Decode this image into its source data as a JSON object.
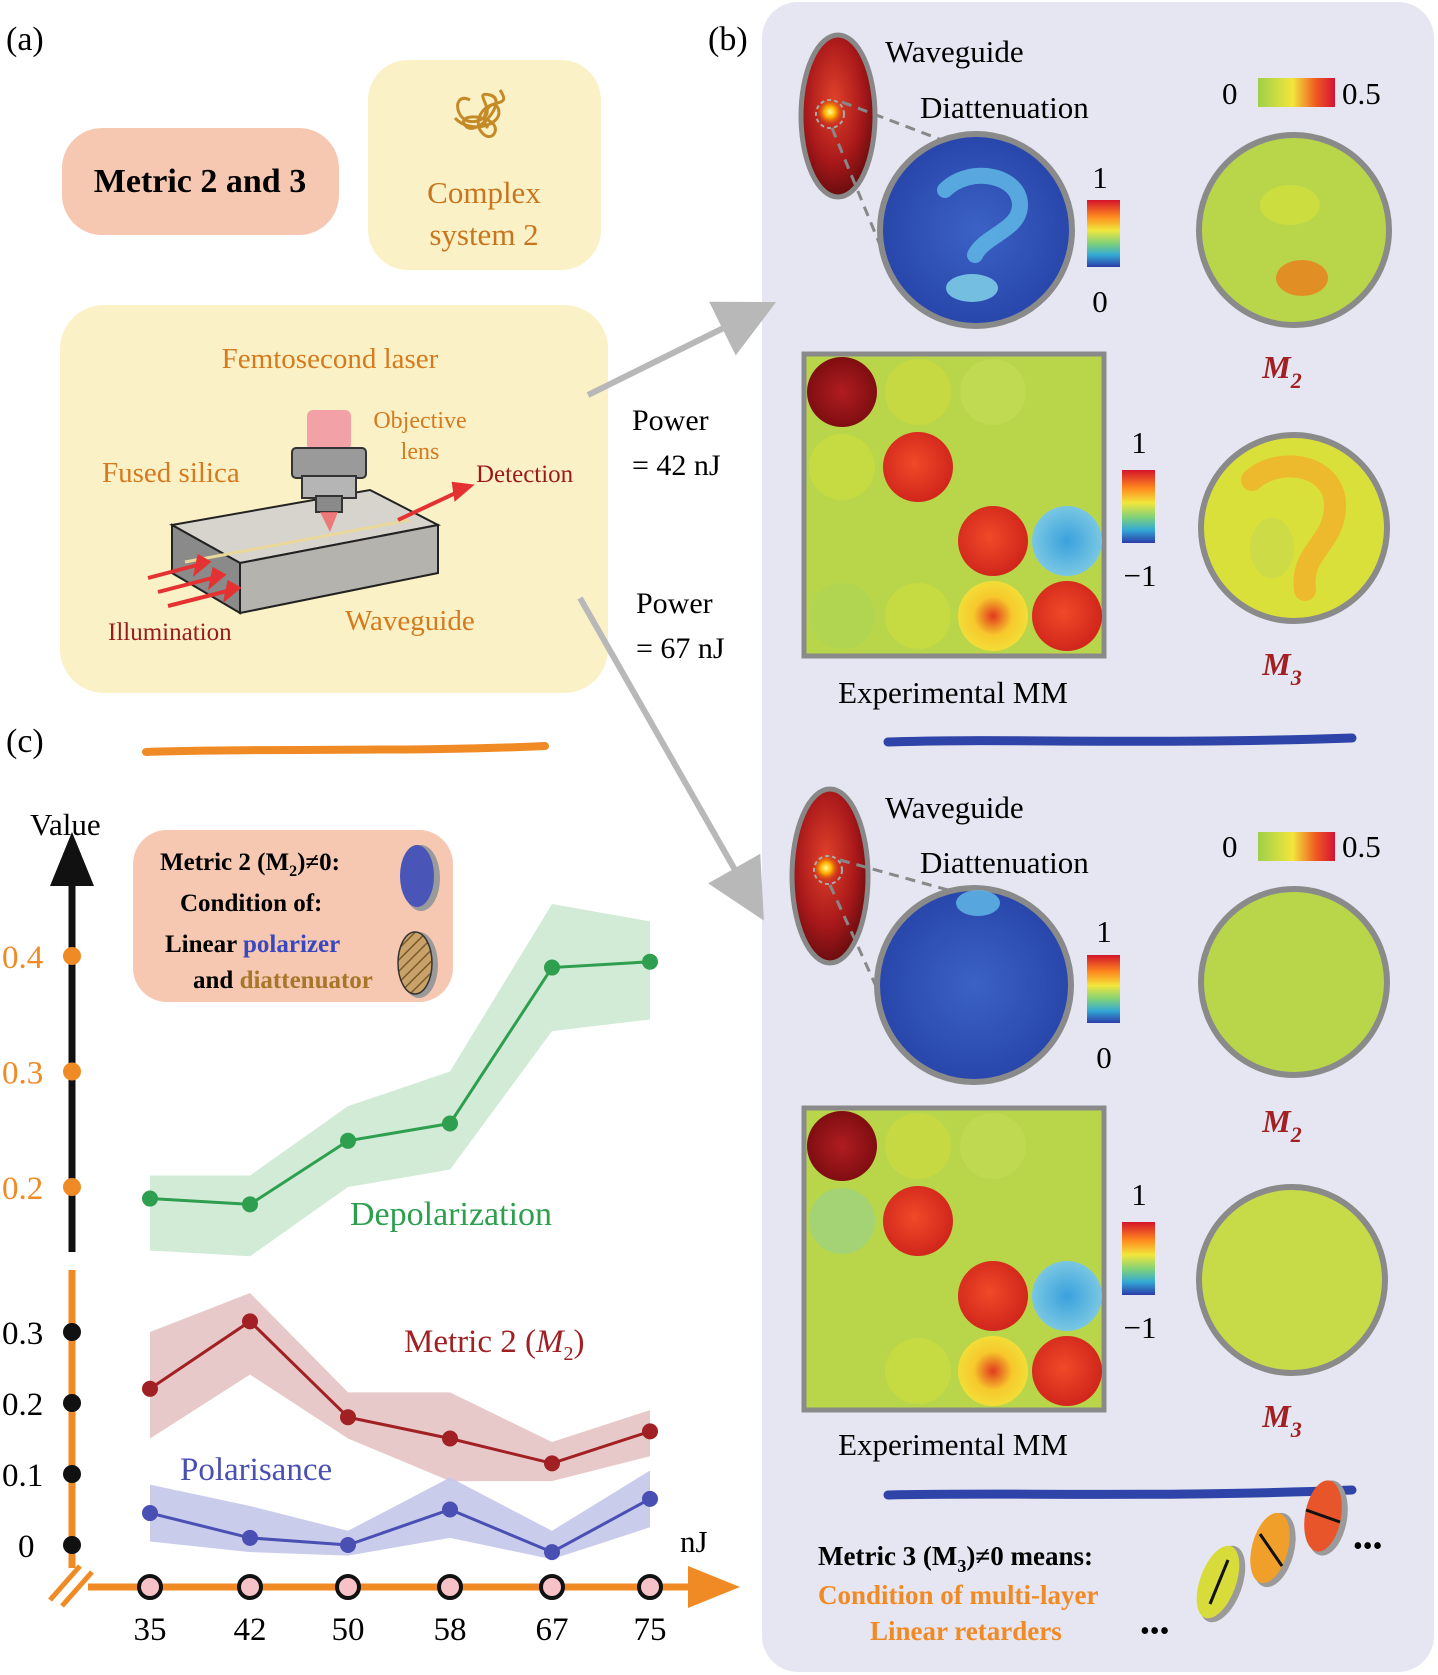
{
  "panel_a": {
    "label": "(a)",
    "metric_box": "Metric 2 and 3",
    "complex_box": [
      "Complex",
      "system 2"
    ],
    "setup": {
      "laser": "Femtosecond laser",
      "objective": [
        "Objective",
        "lens"
      ],
      "fused_silica": "Fused silica",
      "detection": "Detection",
      "illumination": "Illumination",
      "waveguide": "Waveguide"
    },
    "power_low": [
      "Power",
      "= 42 nJ"
    ],
    "power_high": [
      "Power",
      "= 67 nJ"
    ]
  },
  "panel_b": {
    "label": "(b)",
    "waveguide": "Waveguide",
    "diattenuation": "Diattenuation",
    "scale_small": {
      "min": "0",
      "max": "0.5"
    },
    "scale_diatt": {
      "max": "1",
      "min": "0"
    },
    "scale_mm": {
      "max": "1",
      "min": "−1"
    },
    "experimental_mm": "Experimental MM",
    "m2": "M",
    "m2_sub": "2",
    "m3": "M",
    "m3_sub": "3",
    "metric3_note": [
      "Metric 3 (M",
      "3",
      ")≠0 means:"
    ],
    "metric3_cond": [
      "Condition of multi-layer",
      "Linear retarders"
    ],
    "ellipsis": "•••"
  },
  "panel_c": {
    "label": "(c)",
    "y_axis_label": "Value",
    "x_unit": "nJ",
    "legend": {
      "line1": [
        "Metric 2 (M",
        "2",
        ")≠0:"
      ],
      "line2": "Condition of:",
      "line3a": "Linear ",
      "line3b": "polarizer",
      "line4a": "and ",
      "line4b": "diattenuator"
    },
    "series_labels": {
      "depolarization": "Depolarization",
      "metric2": [
        "Metric 2 (",
        "M",
        "2",
        ")"
      ],
      "polarisance": "Polarisance"
    }
  },
  "colors": {
    "orange": "#f08a24",
    "green": "#2e9e4f",
    "green_band": "#cde9d2",
    "red": "#a02023",
    "red_band": "#e6c3c3",
    "blue": "#4a4fb3",
    "blue_band": "#c4c6ea",
    "panel_b_bg": "#e6e6f2",
    "cream": "#fbf1c6",
    "salmon": "#f6c8b2"
  },
  "chart_data": {
    "type": "line",
    "x": [
      35,
      42,
      50,
      58,
      67,
      75
    ],
    "xlabel": "nJ",
    "ylabel": "Value",
    "y_ticks_upper": [
      "0.2",
      "0.3",
      "0.4"
    ],
    "y_ticks_lower": [
      "0",
      "0.1",
      "0.2",
      "0.3"
    ],
    "series": [
      {
        "name": "Depolarization",
        "values": [
          0.19,
          0.185,
          0.24,
          0.255,
          0.39,
          0.395
        ],
        "band_low": [
          0.145,
          0.14,
          0.2,
          0.215,
          0.335,
          0.345
        ],
        "band_high": [
          0.21,
          0.21,
          0.27,
          0.3,
          0.445,
          0.43
        ]
      },
      {
        "name": "Metric 2 (M2)",
        "values": [
          0.22,
          0.315,
          0.18,
          0.15,
          0.115,
          0.16
        ],
        "band_low": [
          0.15,
          0.24,
          0.15,
          0.09,
          0.09,
          0.125
        ],
        "band_high": [
          0.3,
          0.355,
          0.215,
          0.215,
          0.145,
          0.19
        ]
      },
      {
        "name": "Polarisance",
        "values": [
          0.045,
          0.01,
          0.0,
          0.05,
          -0.01,
          0.065
        ],
        "band_low": [
          0.005,
          -0.01,
          -0.015,
          0.01,
          -0.02,
          0.025
        ],
        "band_high": [
          0.085,
          0.055,
          0.02,
          0.095,
          0.02,
          0.105
        ]
      }
    ]
  }
}
